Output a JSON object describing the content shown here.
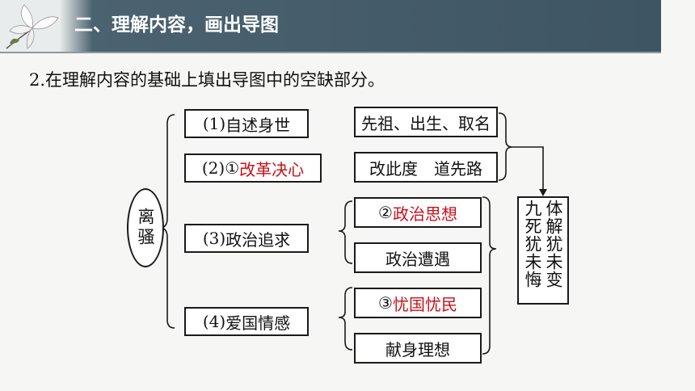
{
  "header": {
    "title": "二、理解内容，画出导图"
  },
  "instruction": "2.在理解内容的基础上填出导图中的空缺部分。",
  "diagram": {
    "center": "离骚",
    "sections": [
      {
        "num": "(1)",
        "text": "自述身世"
      },
      {
        "num": "(2)",
        "answer_mark": "①",
        "text": "改革决心"
      },
      {
        "num": "(3)",
        "text": "政治追求"
      },
      {
        "num": "(4)",
        "text": "爱国情感"
      }
    ],
    "details": [
      {
        "text": "先祖、出生、取名"
      },
      {
        "text": "改此度　道先路"
      },
      {
        "answer_mark": "②",
        "text": "政治思想"
      },
      {
        "text": "政治遭遇"
      },
      {
        "answer_mark": "③",
        "text": "忧国忧民"
      },
      {
        "text": "献身理想"
      }
    ],
    "conclusion": "体解犹未变 九死犹未悔"
  },
  "colors": {
    "answer": "#c8101a",
    "header_bg": "#3e5563"
  }
}
